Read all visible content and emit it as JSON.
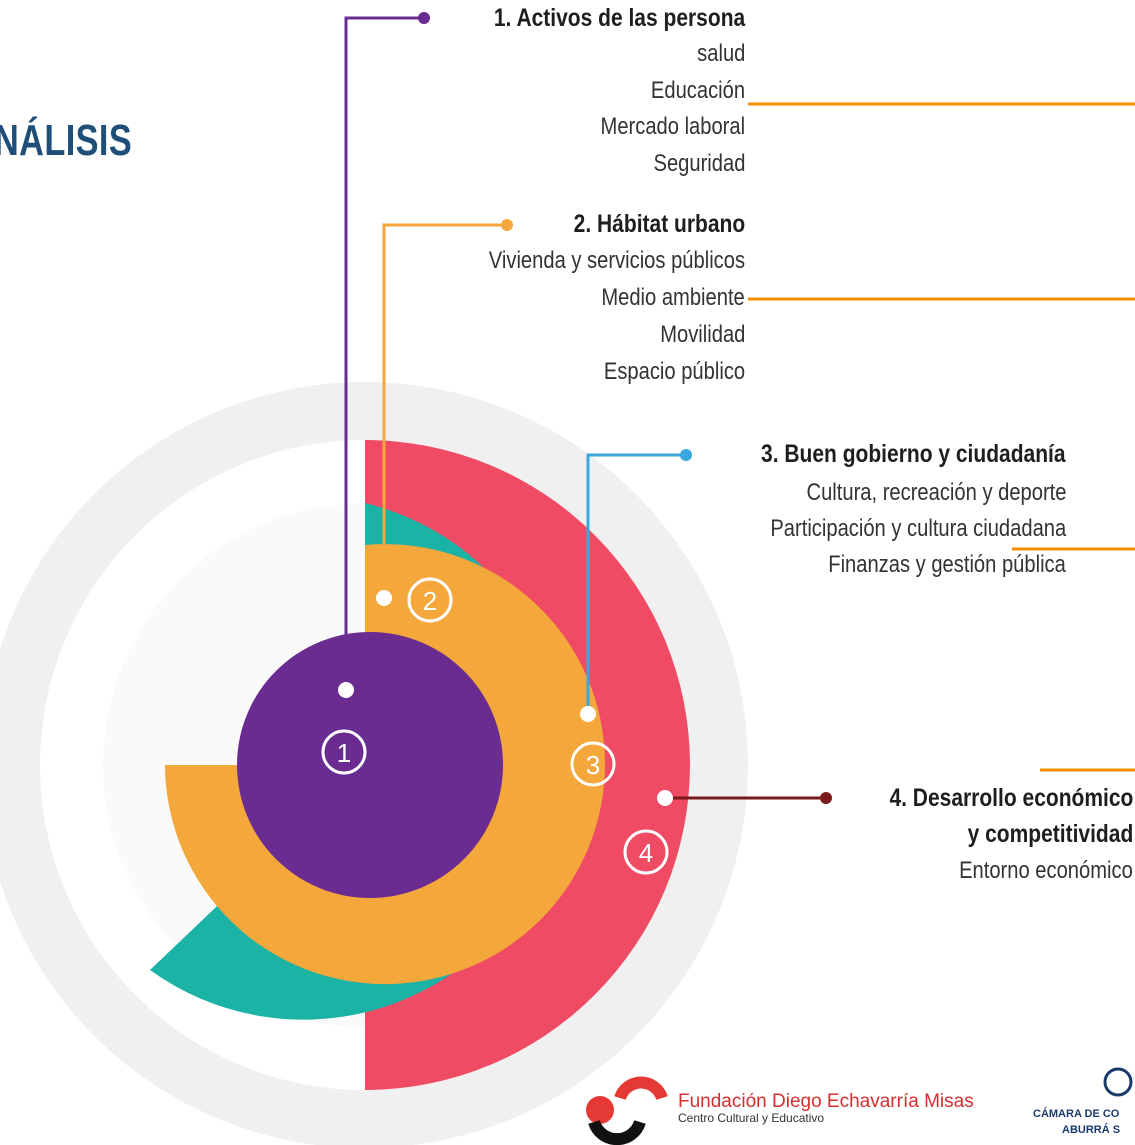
{
  "title": "NÁLISIS",
  "sections": [
    {
      "number": "1",
      "header": "1. Activos de las persona",
      "items": [
        "salud",
        "Educación",
        "Mercado laboral",
        "Seguridad"
      ],
      "color": "#6a2c91"
    },
    {
      "number": "2",
      "header": "2. Hábitat urbano",
      "items": [
        "Vivienda y servicios públicos",
        "Medio ambiente",
        "Movilidad",
        "Espacio público"
      ],
      "color": "#f4a73a"
    },
    {
      "number": "3",
      "header": "3. Buen gobierno y ciudadanía",
      "items": [
        "Cultura, recreación y deporte",
        "Participación y cultura ciudadana",
        "Finanzas y gestión pública"
      ],
      "color": "#1cb3a7"
    },
    {
      "number": "4",
      "header_line1": "4. Desarrollo económico",
      "header_line2": "y competitividad",
      "items": [
        "Entorno económico"
      ],
      "color": "#ef4b64"
    }
  ],
  "footer": {
    "fdem_name": "Fundación Diego Echavarría Misas",
    "fdem_sub": "Centro Cultural y Educativo",
    "camara_line1": "CÁMARA DE CO",
    "camara_line2": "ABURRÁ S"
  }
}
